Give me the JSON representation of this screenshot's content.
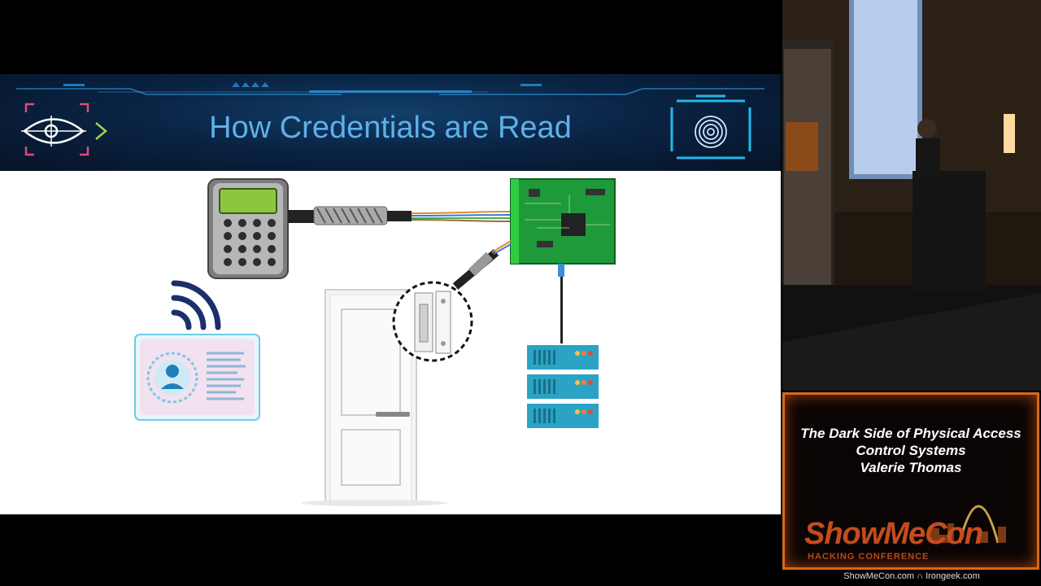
{
  "slide": {
    "title": "How Credentials are Read",
    "nodes": [
      {
        "name": "keypad-reader",
        "kind": "reader"
      },
      {
        "name": "controller-board",
        "kind": "controller"
      },
      {
        "name": "rfid-card",
        "kind": "credential"
      },
      {
        "name": "door",
        "kind": "door"
      },
      {
        "name": "electric-strike",
        "kind": "lock"
      },
      {
        "name": "server-stack",
        "kind": "server"
      }
    ],
    "colors": {
      "banner": "#0a2445",
      "title": "#5fb0e8",
      "accent": "#23b8e8",
      "wireless": "#1b2f6b"
    }
  },
  "caption": {
    "line1": "The Dark Side of Physical Access",
    "line2": "Control Systems",
    "line3": "Valerie Thomas",
    "brand": "ShowMeCon",
    "brand_sub": "HACKING CONFERENCE",
    "border_color": "#d66a1c"
  },
  "footer": {
    "text": "ShowMeCon.com ∩ Irongeek.com"
  }
}
